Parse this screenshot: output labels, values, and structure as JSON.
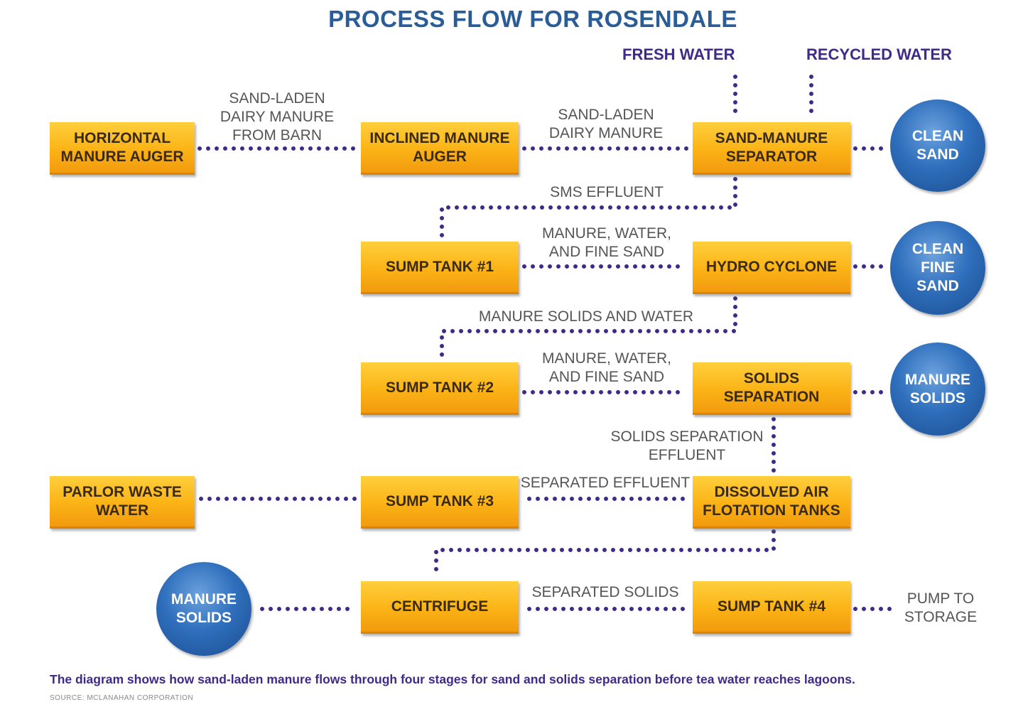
{
  "title": "PROCESS FLOW FOR ROSENDALE",
  "inputs": {
    "fresh_water": "FRESH WATER",
    "recycled_water": "RECYCLED WATER"
  },
  "nodes": {
    "horizontal_auger": "HORIZONTAL\nMANURE AUGER",
    "inclined_auger": "INCLINED MANURE\nAUGER",
    "sand_manure_separator": "SAND-MANURE\nSEPARATOR",
    "sump_tank_1": "SUMP TANK #1",
    "hydro_cyclone": "HYDRO CYCLONE",
    "sump_tank_2": "SUMP TANK #2",
    "solids_separation": "SOLIDS\nSEPARATION",
    "parlor_waste_water": "PARLOR WASTE\nWATER",
    "sump_tank_3": "SUMP TANK #3",
    "dissolved_air_flotation": "DISSOLVED AIR\nFLOTATION TANKS",
    "centrifuge": "CENTRIFUGE",
    "sump_tank_4": "SUMP TANK #4"
  },
  "outputs": {
    "clean_sand": "CLEAN\nSAND",
    "clean_fine_sand": "CLEAN\nFINE\nSAND",
    "manure_solids_1": "MANURE\nSOLIDS",
    "manure_solids_2": "MANURE\nSOLIDS",
    "pump_to_storage": "PUMP TO\nSTORAGE"
  },
  "flows": {
    "barn_manure": "SAND-LADEN\nDAIRY MANURE\nFROM BARN",
    "dairy_manure": "SAND-LADEN\nDAIRY MANURE",
    "sms_effluent": "SMS EFFLUENT",
    "manure_water_fine_sand_1": "MANURE, WATER,\nAND FINE SAND",
    "manure_solids_and_water": "MANURE SOLIDS AND WATER",
    "manure_water_fine_sand_2": "MANURE, WATER,\nAND FINE SAND",
    "solids_separation_effluent": "SOLIDS SEPARATION\nEFFLUENT",
    "separated_effluent": "SEPARATED EFFLUENT",
    "separated_solids": "SEPARATED SOLIDS"
  },
  "caption": "The diagram shows how sand-laden manure flows through four stages for sand and solids separation before tea water reaches lagoons.",
  "source": "SOURCE: MCLANAHAN CORPORATION",
  "colors": {
    "title": "#2a5d97",
    "box": "#fbb316",
    "circle": "#2f6fbc",
    "dots": "#3f2a8a",
    "caption": "#3f2a8a"
  }
}
